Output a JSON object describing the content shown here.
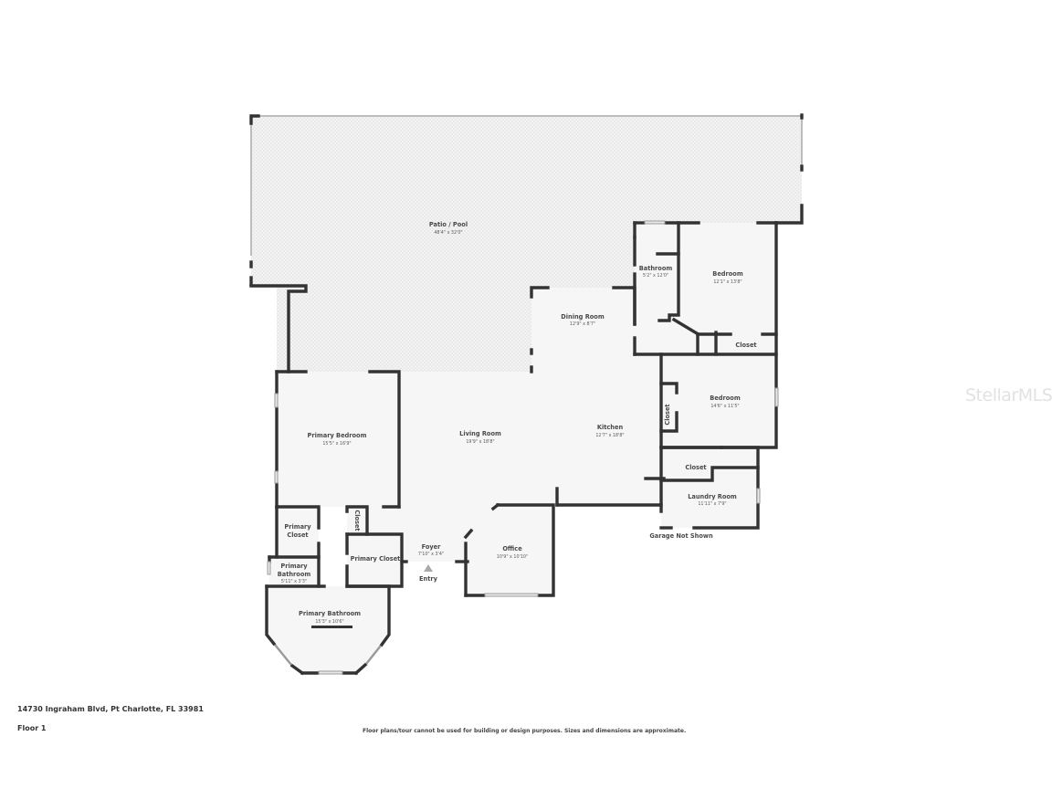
{
  "plan": {
    "rooms": {
      "patio": {
        "name": "Patio / Pool",
        "dims": "48'4\" x 32'0\""
      },
      "bathroom": {
        "name": "Bathroom",
        "dims": "5'2\" x 12'0\""
      },
      "bedroom_1": {
        "name": "Bedroom",
        "dims": "12'1\" x 13'8\""
      },
      "closet_bed1": {
        "name": "Closet"
      },
      "dining": {
        "name": "Dining Room",
        "dims": "12'9\" x 8'7\""
      },
      "bedroom_2": {
        "name": "Bedroom",
        "dims": "14'6\" x 11'5\""
      },
      "closet_bed2": {
        "name": "Closet"
      },
      "primary_bedroom": {
        "name": "Primary Bedroom",
        "dims": "15'5\" x 16'9\""
      },
      "living": {
        "name": "Living Room",
        "dims": "19'9\" x 18'8\""
      },
      "kitchen": {
        "name": "Kitchen",
        "dims": "12'7\" x 18'8\""
      },
      "closet_laundry": {
        "name": "Closet"
      },
      "laundry": {
        "name": "Laundry Room",
        "dims": "11'11\" x 7'9\""
      },
      "primary_closet_1_line1": {
        "name": "Primary"
      },
      "primary_closet_1_line2": {
        "name": "Closet"
      },
      "closet_small": {
        "name": "Closet"
      },
      "primary_closet_2": {
        "name": "Primary Closet"
      },
      "foyer": {
        "name": "Foyer",
        "dims": "7'10\" x 3'4\""
      },
      "office": {
        "name": "Office",
        "dims": "10'9\" x 10'10\""
      },
      "primary_bath_small_line1": {
        "name": "Primary"
      },
      "primary_bath_small_line2": {
        "name": "Bathroom",
        "dims": "5'11\" x 3'3\""
      },
      "primary_bathroom": {
        "name": "Primary Bathroom",
        "dims": "15'3\" x 10'6\""
      }
    },
    "entry_label": "Entry",
    "garage_note": "Garage Not Shown"
  },
  "footer": {
    "address": "14730 Ingraham Blvd, Pt Charlotte, FL 33981",
    "floor": "Floor 1",
    "disclaimer": "Floor plans/tour cannot be used for building or design purposes. Sizes and dimensions are approximate."
  },
  "watermark": "StellarMLS",
  "colors": {
    "wall": "#333333",
    "floor": "#f5f5f5",
    "patio": "#efefef",
    "text": "#4a4a4a"
  }
}
